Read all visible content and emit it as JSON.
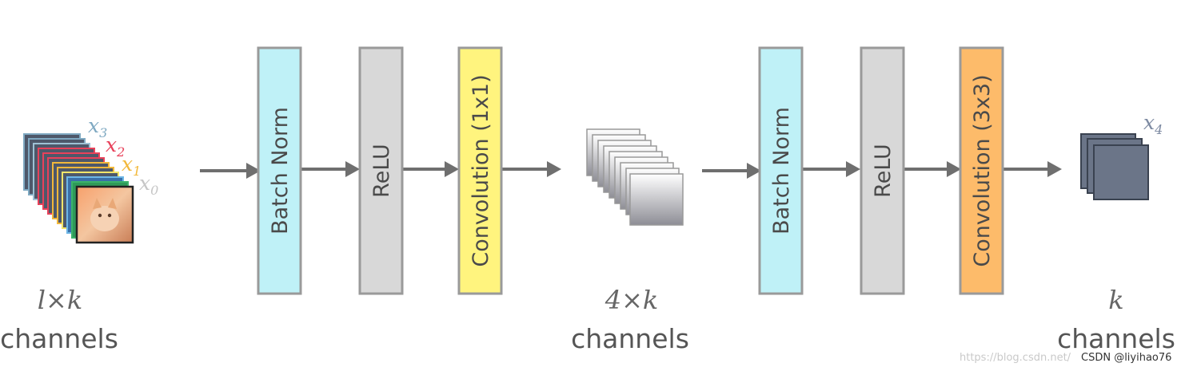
{
  "blocks": {
    "bn1": {
      "label": "Batch Norm",
      "fill": "#bff1f7",
      "stroke": "#9a9a9a"
    },
    "relu1": {
      "label": "ReLU",
      "fill": "#d8d8d8",
      "stroke": "#9a9a9a"
    },
    "conv1": {
      "label": "Convolution (1x1)",
      "fill": "#fff47e",
      "stroke": "#9a9a9a"
    },
    "bn2": {
      "label": "Batch Norm",
      "fill": "#bff1f7",
      "stroke": "#9a9a9a"
    },
    "relu2": {
      "label": "ReLU",
      "fill": "#d8d8d8",
      "stroke": "#9a9a9a"
    },
    "conv2": {
      "label": "Convolution (3x3)",
      "fill": "#fdbb6a",
      "stroke": "#9a9a9a"
    }
  },
  "input": {
    "dim": "l×k",
    "channels": "channels",
    "x_labels": [
      {
        "base": "x",
        "sub": "3",
        "color": "#7fa9c2"
      },
      {
        "base": "x",
        "sub": "2",
        "color": "#e8415a"
      },
      {
        "base": "x",
        "sub": "1",
        "color": "#f2b83a"
      },
      {
        "base": "x",
        "sub": "0",
        "color": "#c6c6c6"
      }
    ]
  },
  "middle": {
    "dim": "4×k",
    "channels": "channels"
  },
  "output": {
    "dim": "k",
    "channels": "channels",
    "x_label": {
      "base": "x",
      "sub": "4",
      "color": "#7d8aa2"
    }
  },
  "colors": {
    "arrow": "#6f6f6f",
    "output_block": "#6b7588"
  },
  "watermark": {
    "url_text": "https://blog.csdn.net/",
    "author": "CSDN @liyihao76"
  }
}
